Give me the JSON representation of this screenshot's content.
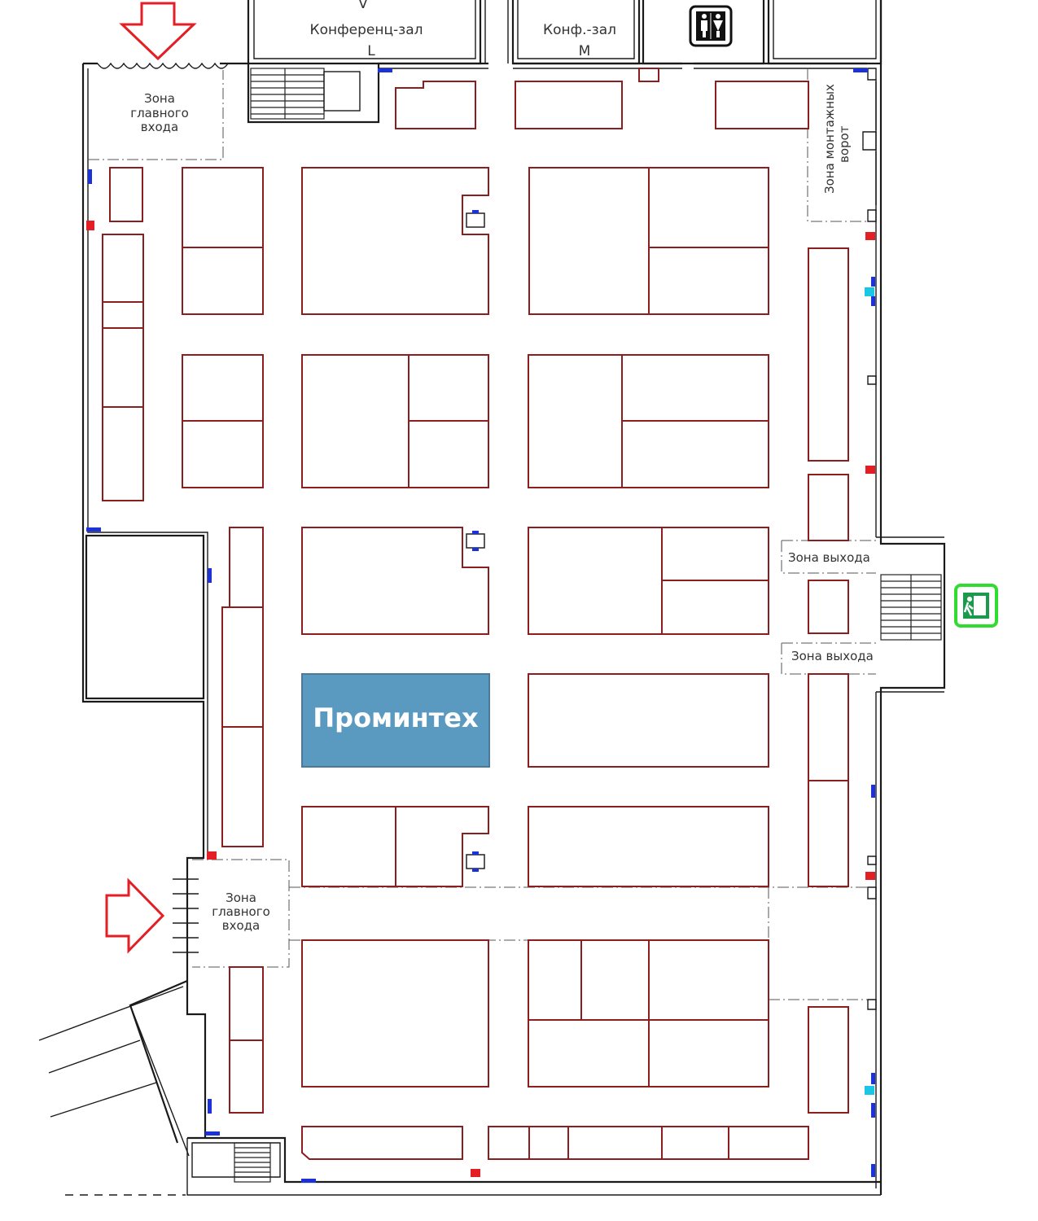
{
  "rooms": {
    "conf_hall": "Конференц-зал",
    "conf_hall_letter": "L",
    "conf_hall_top_letter": "V",
    "conf_small": "Конф.-зал",
    "conf_small_letter": "M"
  },
  "zones": {
    "main_entrance_line1": "Зона",
    "main_entrance_line2": "главного",
    "main_entrance_line3": "входа",
    "mount_gate_line1": "Зона монтажных",
    "mount_gate_line2": "ворот",
    "exit": "Зона выхода"
  },
  "highlighted_booth": {
    "label": "Проминтех",
    "color": "#5b9ac0"
  },
  "colors": {
    "booth_outline": "#8b1f1f",
    "arrow": "#e31e24",
    "exit_sign": "#2fdc2f",
    "hydrant": "#1c32d9",
    "extinguisher": "#e31e24"
  },
  "icons": {
    "toilet": "toilet-icon",
    "emergency_exit": "emergency-exit-icon"
  }
}
